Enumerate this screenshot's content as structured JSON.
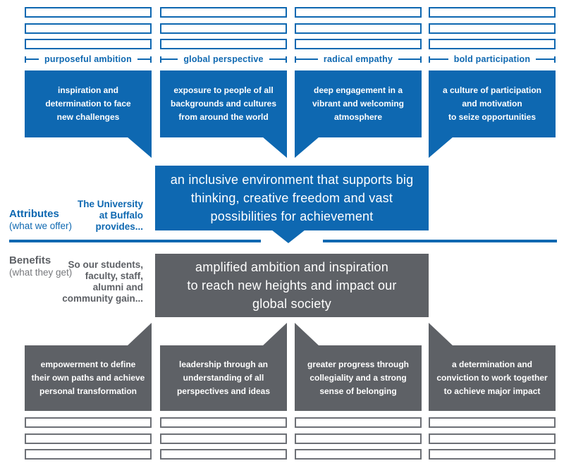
{
  "colors": {
    "brand_blue": "#0e68b1",
    "brand_gray": "#5e6166",
    "placeholder_border_gray": "#6d7076"
  },
  "columns": [
    {
      "label": "purposeful ambition",
      "attribute": "inspiration and\ndetermination to face\nnew challenges",
      "benefit": "empowerment to define\ntheir own paths and achieve\npersonal transformation"
    },
    {
      "label": "global perspective",
      "attribute": "exposure to people of all\nbackgrounds and cultures\nfrom around the world",
      "benefit": "leadership through an\nunderstanding of all\nperspectives and ideas"
    },
    {
      "label": "radical empathy",
      "attribute": "deep engagement in a\nvibrant and welcoming\natmosphere",
      "benefit": "greater progress through\ncollegiality and a strong\nsense of belonging"
    },
    {
      "label": "bold participation",
      "attribute": "a culture of participation\nand motivation\nto seize opportunities",
      "benefit": "a determination and\nconviction to work together\nto achieve major impact"
    }
  ],
  "center": {
    "attribute_summary": "an inclusive environment that supports big\nthinking, creative freedom and vast\npossibilities for achievement",
    "benefit_summary": "amplified ambition and inspiration\nto reach new heights and impact our\nglobal society"
  },
  "sidebar": {
    "attributes_title": "Attributes",
    "attributes_subtitle": "(what we offer)",
    "attributes_lead": "The University\nat Buffalo\nprovides...",
    "benefits_title": "Benefits",
    "benefits_subtitle": "(what they get)",
    "benefits_lead": "So our students,\nfaculty, staff,\nalumni and\ncommunity gain..."
  }
}
